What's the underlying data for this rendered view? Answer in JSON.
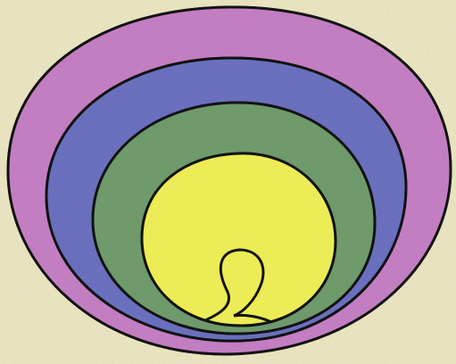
{
  "drawing": {
    "paper_color": "#efe9c6",
    "outline_color": "#141414",
    "rings": [
      {
        "name": "outer-ring",
        "color": "#c37ec2"
      },
      {
        "name": "second-ring",
        "color": "#6b70bd"
      },
      {
        "name": "third-ring",
        "color": "#6f9a6c"
      },
      {
        "name": "inner-disc",
        "color": "#ecec58"
      }
    ],
    "center_mark": "loop"
  }
}
